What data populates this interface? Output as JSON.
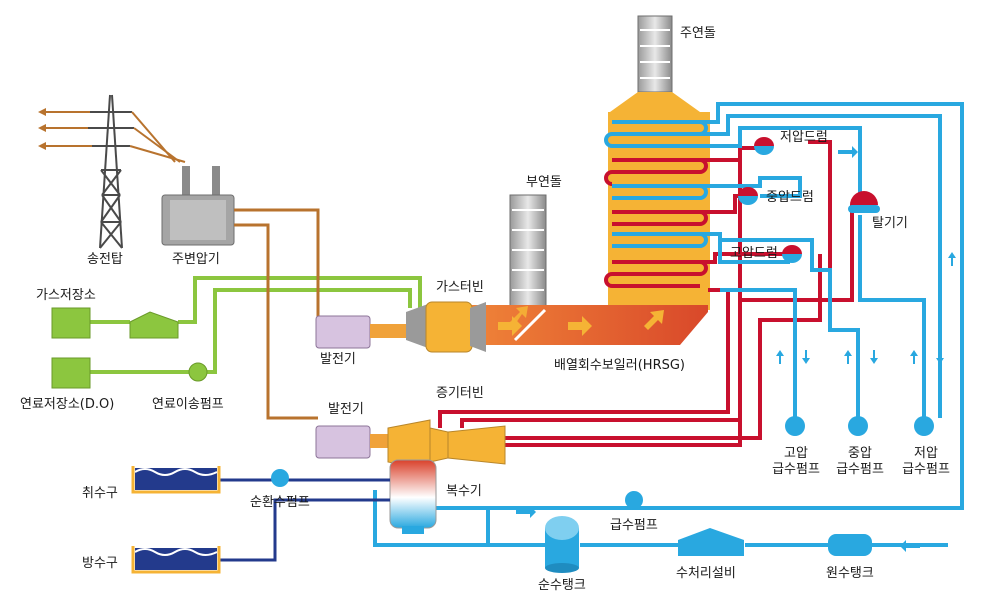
{
  "labels": {
    "transmission_tower": "송전탑",
    "main_transformer": "주변압기",
    "gas_storage": "가스저장소",
    "fuel_storage": "연료저장소(D.O)",
    "fuel_pump": "연료이송펌프",
    "generator_top": "발전기",
    "generator_bottom": "발전기",
    "gas_turbine": "가스터빈",
    "bypass_stack": "부연돌",
    "main_stack": "주연돌",
    "hrsg": "배열회수보일러(HRSG)",
    "steam_turbine": "증기터빈",
    "condenser": "복수기",
    "intake": "취수구",
    "discharge": "방수구",
    "circulating_pump": "순환수펌프",
    "feed_pump": "급수펌프",
    "pure_water_tank": "순수탱크",
    "water_treatment": "수처리설비",
    "raw_water_tank": "원수탱크",
    "lp_drum": "저압드럼",
    "ip_drum": "중압드럼",
    "hp_drum": "고압드럼",
    "deaerator": "탈기기",
    "hp_feed_pump_1": "고압",
    "hp_feed_pump_2": "급수펌프",
    "ip_feed_pump_1": "중압",
    "ip_feed_pump_2": "급수펌프",
    "lp_feed_pump_1": "저압",
    "lp_feed_pump_2": "급수펌프"
  },
  "colors": {
    "steam_red": "#c8102e",
    "water_blue": "#29a8e0",
    "fuel_green": "#8cc63f",
    "power_brown": "#b8732e",
    "hrsg_orange": "#e8662a",
    "stack_yellow": "#f5b335",
    "cooling_navy": "#233a8c"
  }
}
